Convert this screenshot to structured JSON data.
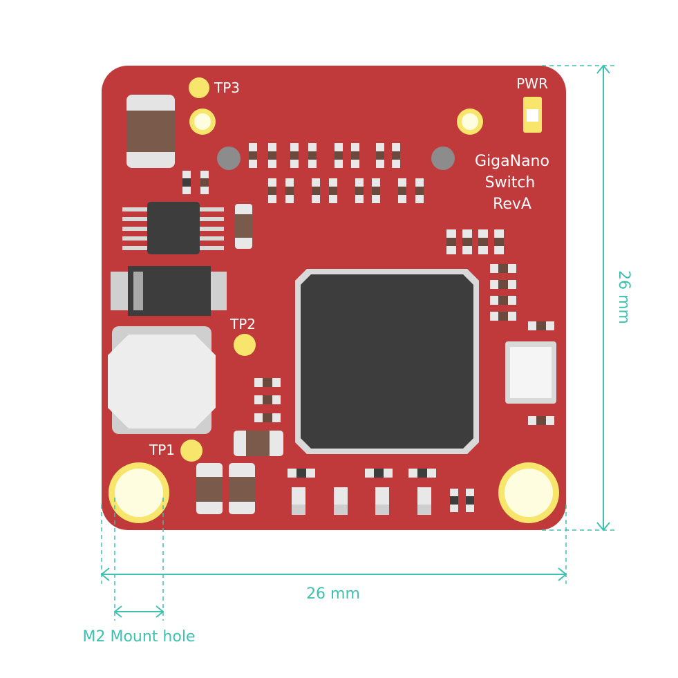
{
  "board": {
    "silkscreen_title": [
      "GigaNano",
      "Switch",
      "RevA"
    ],
    "power_led_label": "PWR",
    "test_points": [
      "TP1",
      "TP2",
      "TP3"
    ]
  },
  "dimensions": {
    "width_label": "26 mm",
    "height_label": "26 mm",
    "mount_hole_label": "M2 Mount hole"
  },
  "colors": {
    "pcb": "#c0393b",
    "pad": "#f7e66b",
    "chip": "#3d3d3d",
    "dimension": "#3fc1b0"
  }
}
